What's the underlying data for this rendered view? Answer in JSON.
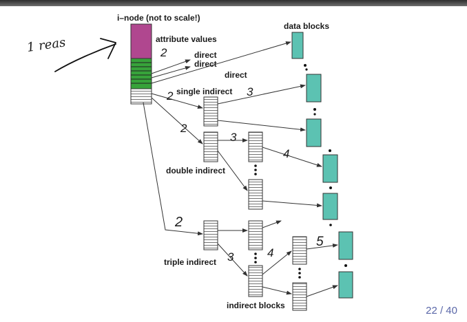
{
  "header": {
    "bar_color": "#4a4a4a"
  },
  "diagram": {
    "labels": {
      "inode": "i–node (not to scale!)",
      "attribute_values": "attribute values",
      "direct_1": "direct",
      "direct_2": "direct",
      "direct_3": "direct",
      "data_blocks": "data blocks",
      "single_indirect": "single indirect",
      "double_indirect": "double indirect",
      "triple_indirect": "triple indirect",
      "indirect_blocks": "indirect blocks"
    },
    "handwriting": {
      "reads": "1 reas",
      "n2a": "2",
      "n2b": "2",
      "n2c": "2",
      "n2d": "2",
      "n3a": "3",
      "n3b": "3",
      "n3c": "3",
      "n4a": "4",
      "n4b": "4",
      "n5": "5"
    },
    "colors": {
      "attribute": "#b0478f",
      "direct": "#37a33a",
      "data_block": "#5cc2b2",
      "arrow": "#333333",
      "page_number": "#5a67a8"
    }
  },
  "footer": {
    "page_number": "22 / 40"
  }
}
